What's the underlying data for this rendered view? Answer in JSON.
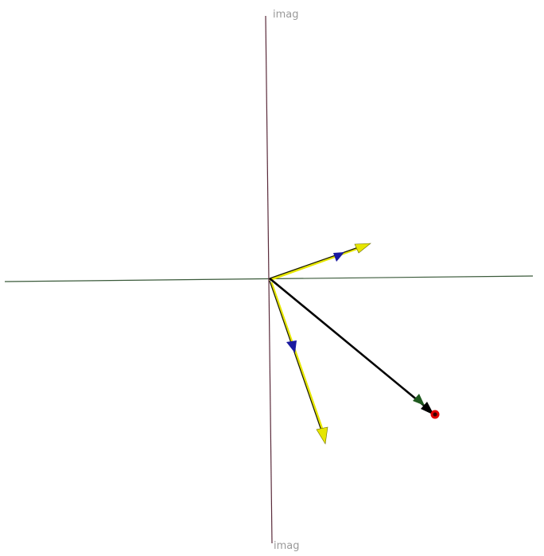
{
  "axes": {
    "top_label": "imag",
    "bottom_label": "imag",
    "horizontal_color": "#3a5a3a",
    "vertical_color": "#5a2a3a"
  },
  "vectors": [
    {
      "id": "vector-upper-right",
      "shaft_color": "#1a1a00",
      "highlight_color": "#e6e600",
      "head_color": "#e6e600",
      "mid_head_color": "#1a1aa0"
    },
    {
      "id": "vector-lower",
      "shaft_color": "#1a1a00",
      "highlight_color": "#e6e600",
      "head_color": "#e6e600",
      "mid_head_color": "#1a1aa0"
    },
    {
      "id": "vector-resultant",
      "shaft_color": "#000000",
      "head_color": "#000000",
      "mid_head_color": "#1f5a1f",
      "tip_marker_color": "#e00000"
    }
  ]
}
